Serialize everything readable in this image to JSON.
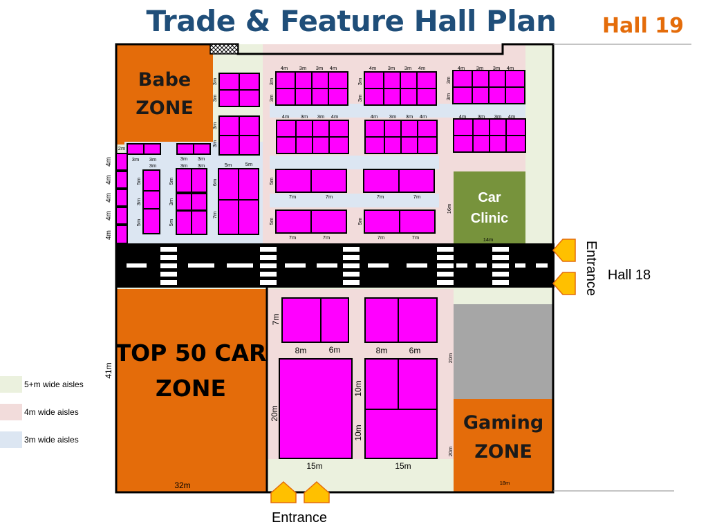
{
  "title": "Trade & Feature Hall Plan",
  "hall_label": "Hall 19",
  "neighbour_hall": "Hall 18",
  "zones": {
    "babe": [
      "Babe",
      "ZONE"
    ],
    "car_clinic": [
      "Car",
      "Clinic"
    ],
    "top50": [
      "TOP 50 CAR",
      "ZONE"
    ],
    "gaming": [
      "Gaming",
      "ZONE"
    ]
  },
  "entrances": {
    "side": "Entrance",
    "bottom": "Entrance"
  },
  "legend": [
    {
      "label": "5+m wide aisles",
      "color": "#ebf1de"
    },
    {
      "label": "4m wide aisles",
      "color": "#f2dcdb"
    },
    {
      "label": "3m wide aisles",
      "color": "#dce6f2"
    }
  ],
  "colors": {
    "stand": "#ff00ff",
    "zone_orange": "#e46c0a",
    "clinic_green": "#77933c",
    "grey_block": "#a6a6a6",
    "road": "#000000",
    "arrow": "#ffc000",
    "title": "#1f4e79"
  },
  "dimensions": {
    "hall_depth": "41m",
    "hall_width_bottom": "32m",
    "gaming_width": "18m",
    "clinic_width": "14m",
    "clinic_depth": "16m",
    "grey_depth": "20m",
    "gaming_depth": "20m",
    "side_strip": "2m",
    "m4": "4m",
    "m3": "3m",
    "m5": "5m",
    "m6": "6m",
    "m7": "7m",
    "m8": "8m",
    "m10": "10m",
    "m15": "15m",
    "m20": "20m"
  }
}
